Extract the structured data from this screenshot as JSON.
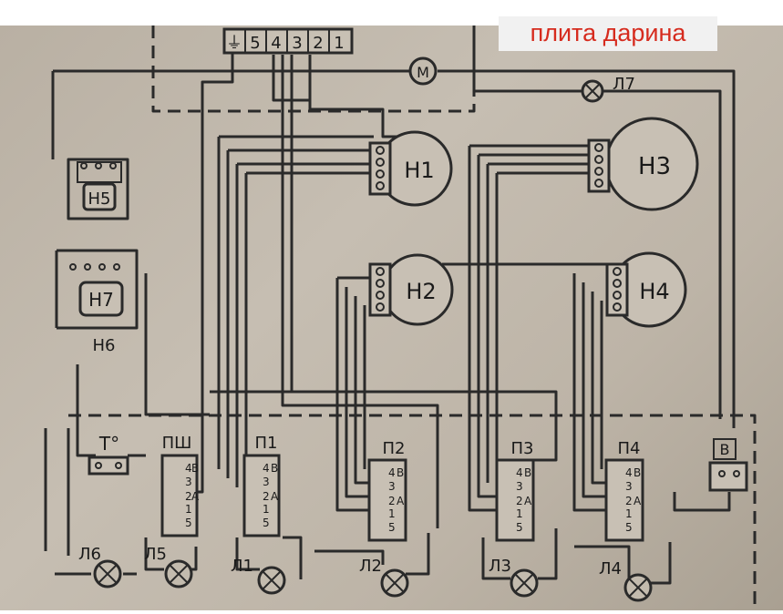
{
  "banner": {
    "title": "плита дарина"
  },
  "terminal_block": {
    "pins": [
      "⏚",
      "5",
      "4",
      "3",
      "2",
      "1"
    ]
  },
  "motor": {
    "label": "М"
  },
  "heaters": {
    "h1": "Н1",
    "h2": "Н2",
    "h3": "Н3",
    "h4": "Н4",
    "h5": "Н5",
    "h6": "Н6",
    "h7": "Н7"
  },
  "thermostat": {
    "label": "Т°"
  },
  "switch_b": {
    "label": "В"
  },
  "switches": [
    {
      "label": "ПШ",
      "pins": [
        "4",
        "В",
        "3",
        "2",
        "А",
        "1",
        "5"
      ]
    },
    {
      "label": "П1",
      "pins": [
        "4",
        "В",
        "3",
        "2",
        "А",
        "1",
        "5"
      ]
    },
    {
      "label": "П2",
      "pins": [
        "4",
        "В",
        "3",
        "2",
        "А",
        "1",
        "5"
      ]
    },
    {
      "label": "П3",
      "pins": [
        "4",
        "В",
        "3",
        "2",
        "А",
        "1",
        "5"
      ]
    },
    {
      "label": "П4",
      "pins": [
        "4",
        "В",
        "3",
        "2",
        "А",
        "1",
        "5"
      ]
    }
  ],
  "lamps": {
    "l1": "Л1",
    "l2": "Л2",
    "l3": "Л3",
    "l4": "Л4",
    "l5": "Л5",
    "l6": "Л6",
    "l7": "Л7"
  }
}
